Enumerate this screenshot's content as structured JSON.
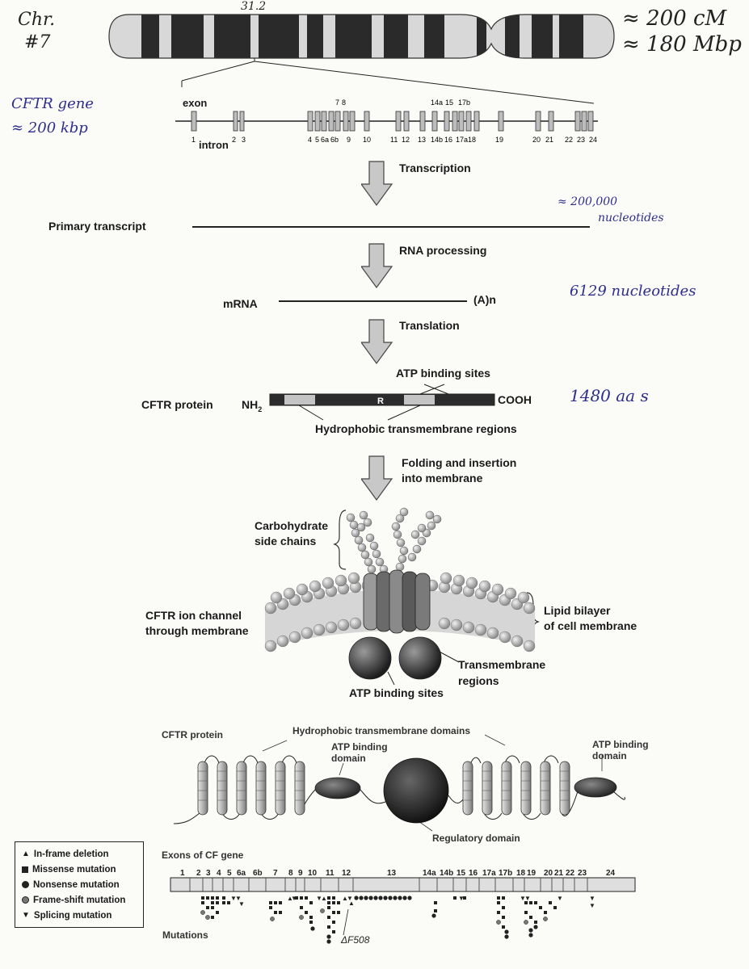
{
  "annotations": {
    "chr": "Chr.",
    "chr_num": "#7",
    "band": "31.2",
    "cm": "≈ 200 cM",
    "mbp": "≈ 180 Mbp",
    "gene_line1": "CFTR gene",
    "gene_line2": "≈ 200 kbp",
    "nt_primary_1": "≈ 200,000",
    "nt_primary_2": "nucleotides",
    "nt_mrna": "6129 nucleotides",
    "aas": "1480 aa s"
  },
  "gene": {
    "exon_label": "exon",
    "intron_label": "intron",
    "labels_top": [
      "7",
      "8",
      "14a",
      "15",
      "17b"
    ],
    "labels_bottom": [
      "1",
      "2",
      "3",
      "4",
      "5",
      "6a",
      "6b",
      "9",
      "10",
      "11",
      "12",
      "13",
      "14b",
      "16",
      "17a",
      "18",
      "19",
      "20",
      "21",
      "22",
      "23",
      "24"
    ]
  },
  "steps": {
    "transcription": "Transcription",
    "rna_processing": "RNA processing",
    "translation": "Translation",
    "folding_1": "Folding and insertion",
    "folding_2": "into membrane"
  },
  "transcripts": {
    "primary": "Primary transcript",
    "mrna": "mRNA",
    "polya": "(A)n"
  },
  "protein": {
    "label": "CFTR protein",
    "nh2": "NH",
    "nh2_sub": "2",
    "cooh": "COOH",
    "r": "R",
    "atp_sites": "ATP binding sites",
    "hydrophobic": "Hydrophobic transmembrane regions"
  },
  "membrane": {
    "carb_1": "Carbohydrate",
    "carb_2": "side chains",
    "channel_1": "CFTR ion channel",
    "channel_2": "through membrane",
    "lipid_1": "Lipid bilayer",
    "lipid_2": "of cell membrane",
    "tm_1": "Transmembrane",
    "tm_2": "regions",
    "atp": "ATP binding sites"
  },
  "topology": {
    "protein": "CFTR protein",
    "hydrophobic": "Hydrophobic transmembrane domains",
    "atp_left_1": "ATP binding",
    "atp_left_2": "domain",
    "atp_right_1": "ATP binding",
    "atp_right_2": "domain",
    "regulatory": "Regulatory domain"
  },
  "legend": {
    "items": [
      {
        "symbol": "triangle-up",
        "label": "In-frame deletion"
      },
      {
        "symbol": "square",
        "label": "Missense mutation"
      },
      {
        "symbol": "circle",
        "label": "Nonsense mutation"
      },
      {
        "symbol": "circle-grey",
        "label": "Frame-shift mutation"
      },
      {
        "symbol": "triangle-down",
        "label": "Splicing mutation"
      }
    ]
  },
  "exons_bar": {
    "title": "Exons of CF gene",
    "labels": [
      "1",
      "2",
      "3",
      "4",
      "5",
      "6a",
      "6b",
      "7",
      "8",
      "9",
      "10",
      "11",
      "12",
      "13",
      "14a",
      "14b",
      "15",
      "16",
      "17a",
      "17b",
      "18",
      "19",
      "20",
      "21",
      "22",
      "23",
      "24"
    ],
    "mutations_label": "Mutations",
    "df508": "ΔF508"
  }
}
